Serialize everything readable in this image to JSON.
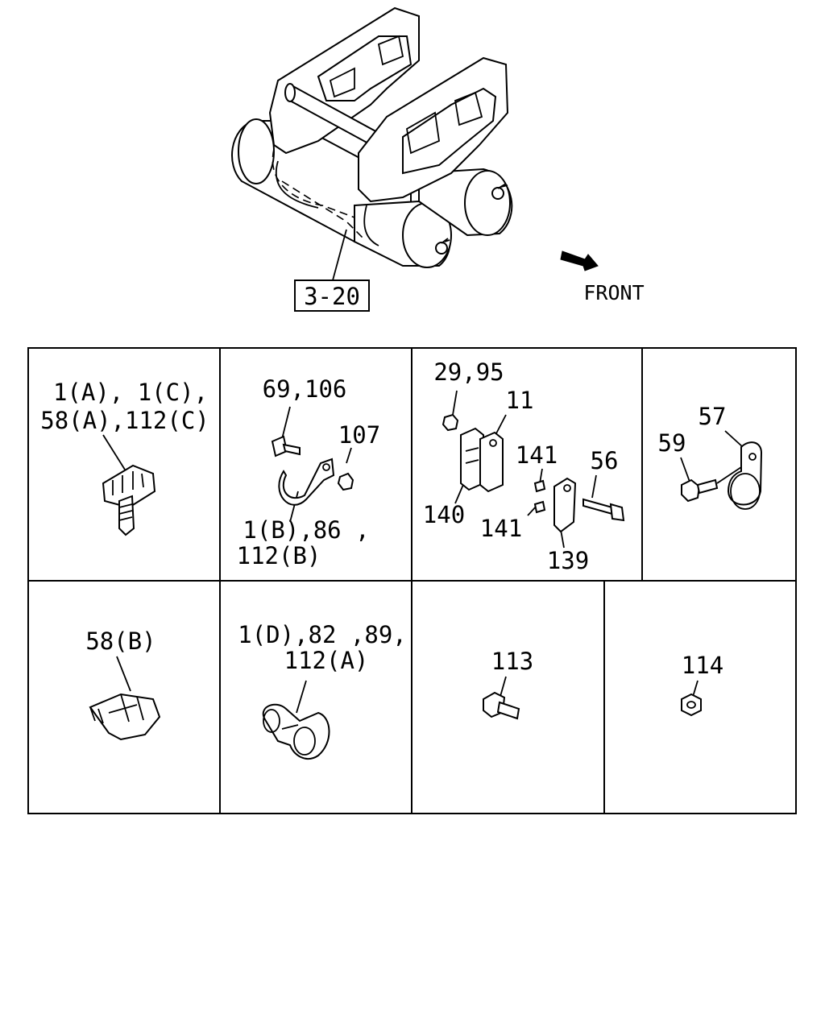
{
  "top": {
    "ref_box": "3-20",
    "direction_label": "FRONT"
  },
  "cells": [
    {
      "id": "a",
      "lines": [
        "1(A), 1(C),",
        "58(A),112(C)"
      ]
    },
    {
      "id": "b",
      "top": "69,106",
      "side": "107",
      "bottom": [
        "1(B),86 ,",
        "112(B)"
      ]
    },
    {
      "id": "c",
      "labels": [
        "29,95",
        "11",
        "141",
        "56",
        "140",
        "141",
        "139"
      ]
    },
    {
      "id": "d",
      "labels": [
        "57",
        "59"
      ]
    },
    {
      "id": "e",
      "lines": [
        "58(B)"
      ]
    },
    {
      "id": "f",
      "lines": [
        "1(D),82 ,89,",
        "112(A)"
      ]
    },
    {
      "id": "g",
      "lines": [
        "113"
      ]
    },
    {
      "id": "h",
      "lines": [
        "114"
      ]
    }
  ]
}
